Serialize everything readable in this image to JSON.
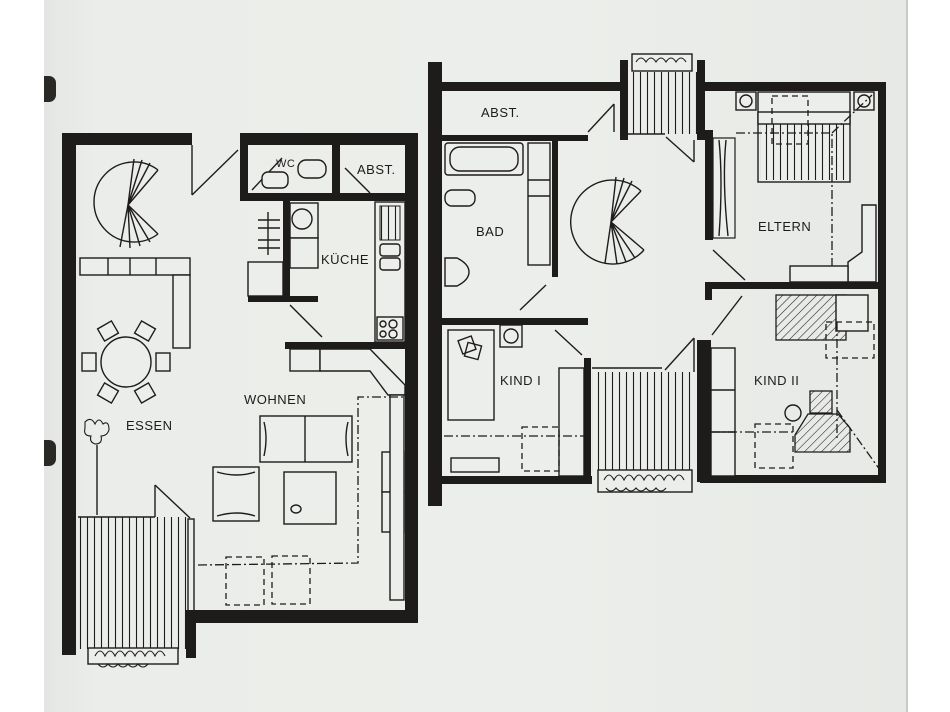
{
  "plan": {
    "type": "apartment floor plan (two levels)",
    "colors": {
      "paper": "#eceeeb",
      "wall": "#1e1c1a",
      "background": "#ffffff"
    },
    "lower_level": {
      "rooms": [
        {
          "id": "essen",
          "label": "ESSEN"
        },
        {
          "id": "wohnen",
          "label": "WOHNEN"
        },
        {
          "id": "kueche",
          "label": "KÜCHE"
        },
        {
          "id": "wc",
          "label": "WC"
        },
        {
          "id": "abst_lower",
          "label": "ABST."
        }
      ],
      "features": [
        "spiral-staircase",
        "round-dining-table-6-chairs",
        "corner-bench",
        "sofa",
        "armchair",
        "coffee-table",
        "balcony",
        "planter",
        "kitchen-counter",
        "stove",
        "sink",
        "washing-machine",
        "toilet",
        "washbasin"
      ]
    },
    "upper_level": {
      "rooms": [
        {
          "id": "abst_upper",
          "label": "ABST."
        },
        {
          "id": "bad",
          "label": "BAD"
        },
        {
          "id": "eltern",
          "label": "ELTERN"
        },
        {
          "id": "kind1",
          "label": "KIND I"
        },
        {
          "id": "kind2",
          "label": "KIND II"
        }
      ],
      "features": [
        "spiral-staircase",
        "bathtub",
        "toilet",
        "washbasin",
        "double-bed",
        "wardrobe",
        "single-bed",
        "desk",
        "balcony-north",
        "balcony-south",
        "planters"
      ]
    }
  }
}
